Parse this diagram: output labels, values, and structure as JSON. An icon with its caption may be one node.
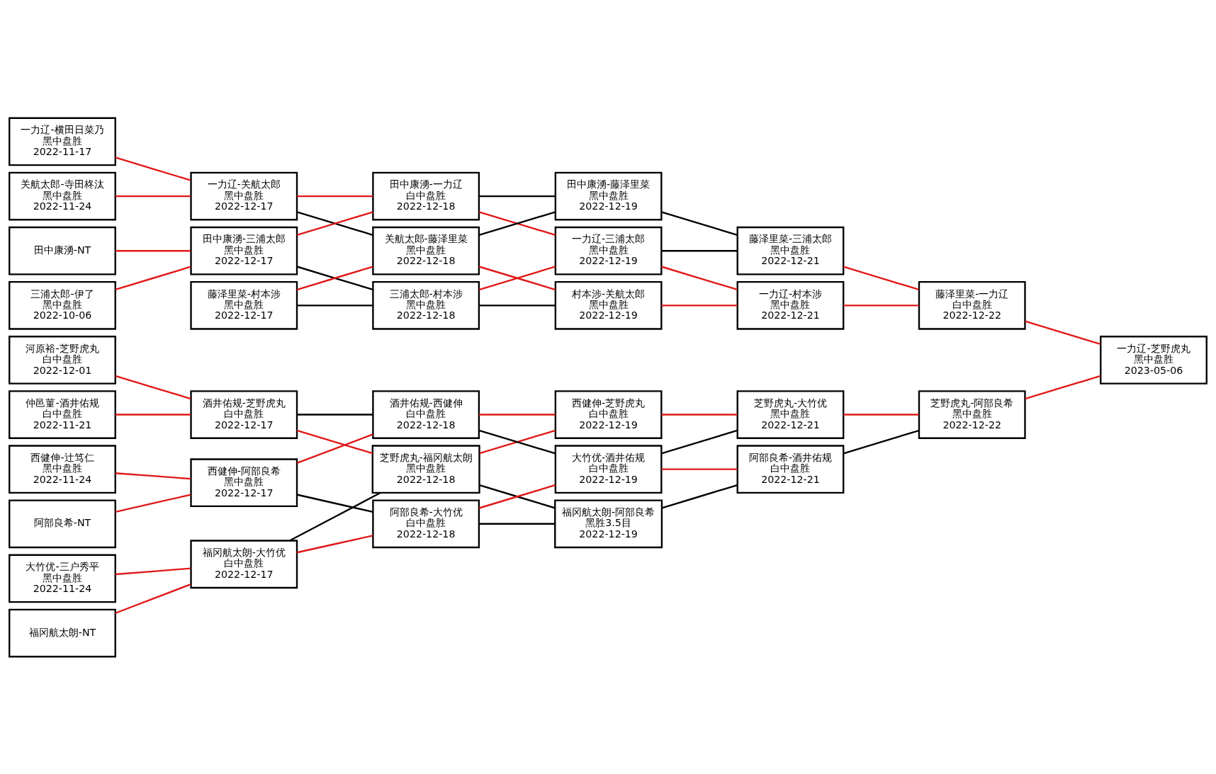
{
  "diagram": {
    "nodes": [
      {
        "text": [
          "一力辽-横田日菜乃",
          "黑中盘胜",
          "2022-11-17"
        ]
      },
      {
        "text": [
          "关航太郎-寺田柊汰",
          "黑中盘胜",
          "2022-11-24"
        ]
      },
      {
        "text": [
          "田中康湧-NT"
        ]
      },
      {
        "text": [
          "三浦太郎-伊了",
          "黑中盘胜",
          "2022-10-06"
        ]
      },
      {
        "text": [
          "河原裕-芝野虎丸",
          "白中盘胜",
          "2022-12-01"
        ]
      },
      {
        "text": [
          "仲邑菫-酒井佑规",
          "白中盘胜",
          "2022-11-21"
        ]
      },
      {
        "text": [
          "大竹优-三户秀平",
          "黑中盘胜",
          "2022-11-24"
        ]
      },
      {
        "text": [
          "福冈航太朗-NT"
        ]
      },
      {
        "text": [
          "西健伸-辻笃仁",
          "黑中盘胜",
          "2022-11-24"
        ]
      },
      {
        "text": [
          "阿部良希-NT"
        ]
      },
      {
        "text": [
          "一力辽-关航太郎",
          "黑中盘胜",
          "2022-12-17"
        ]
      },
      {
        "text": [
          "田中康湧-三浦太郎",
          "黑中盘胜",
          "2022-12-17"
        ]
      },
      {
        "text": [
          "藤泽里菜-村本涉",
          "黑中盘胜",
          "2022-12-17"
        ]
      },
      {
        "text": [
          "酒井佑规-芝野虎丸",
          "白中盘胜",
          "2022-12-17"
        ]
      },
      {
        "text": [
          "福冈航太朗-大竹优",
          "白中盘胜",
          "2022-12-17"
        ]
      },
      {
        "text": [
          "西健伸-阿部良希",
          "黑中盘胜",
          "2022-12-17"
        ]
      },
      {
        "text": [
          "田中康湧-一力辽",
          "白中盘胜",
          "2022-12-18"
        ]
      },
      {
        "text": [
          "三浦太郎-村本涉",
          "黑中盘胜",
          "2022-12-18"
        ]
      },
      {
        "text": [
          "关航太郎-藤泽里菜",
          "黑中盘胜",
          "2022-12-18"
        ]
      },
      {
        "text": [
          "芝野虎丸-福冈航太朗",
          "黑中盘胜",
          "2022-12-18"
        ]
      },
      {
        "text": [
          "酒井佑规-西健伸",
          "白中盘胜",
          "2022-12-18"
        ]
      },
      {
        "text": [
          "阿部良希-大竹优",
          "白中盘胜",
          "2022-12-18"
        ]
      },
      {
        "text": [
          "一力辽-三浦太郎",
          "黑中盘胜",
          "2022-12-19"
        ]
      },
      {
        "text": [
          "村本涉-关航太郎",
          "黑中盘胜",
          "2022-12-19"
        ]
      },
      {
        "text": [
          "田中康湧-藤泽里菜",
          "黑中盘胜",
          "2022-12-19"
        ]
      },
      {
        "text": [
          "西健伸-芝野虎丸",
          "白中盘胜",
          "2022-12-19"
        ]
      },
      {
        "text": [
          "大竹优-酒井佑规",
          "白中盘胜",
          "2022-12-19"
        ]
      },
      {
        "text": [
          "福冈航太朗-阿部良希",
          "黑胜3.5目",
          "2022-12-19"
        ]
      },
      {
        "text": [
          "一力辽-村本涉",
          "黑中盘胜",
          "2022-12-21"
        ]
      },
      {
        "text": [
          "藤泽里菜-三浦太郎",
          "黑中盘胜",
          "2022-12-21"
        ]
      },
      {
        "text": [
          "芝野虎丸-大竹优",
          "黑中盘胜",
          "2022-12-21"
        ]
      },
      {
        "text": [
          "阿部良希-酒井佑规",
          "白中盘胜",
          "2022-12-21"
        ]
      },
      {
        "text": [
          "藤泽里菜-一力辽",
          "白中盘胜",
          "2022-12-22"
        ]
      },
      {
        "text": [
          "芝野虎丸-阿部良希",
          "黑中盘胜",
          "2022-12-22"
        ]
      },
      {
        "text": [
          "一力辽-芝野虎丸",
          "黑中盘胜",
          "2023-05-06"
        ]
      }
    ],
    "edges": [
      {
        "from": 0,
        "to": 10,
        "arrow": "none"
      },
      {
        "from": 1,
        "to": 10,
        "arrow": "none"
      },
      {
        "from": 2,
        "to": 11,
        "arrow": "none"
      },
      {
        "from": 3,
        "to": 11,
        "arrow": "none"
      },
      {
        "from": 4,
        "to": 13,
        "arrow": "none"
      },
      {
        "from": 5,
        "to": 13,
        "arrow": "none"
      },
      {
        "from": 6,
        "to": 14,
        "arrow": "none"
      },
      {
        "from": 7,
        "to": 14,
        "arrow": "none"
      },
      {
        "from": 8,
        "to": 15,
        "arrow": "none"
      },
      {
        "from": 9,
        "to": 15,
        "arrow": "none"
      },
      {
        "from": 10,
        "to": 16,
        "arrow": "none"
      },
      {
        "from": 10,
        "to": 18,
        "arrow": "none",
        "color": "#000000"
      },
      {
        "from": 11,
        "to": 16,
        "arrow": "none"
      },
      {
        "from": 11,
        "to": 17,
        "arrow": "none",
        "color": "#000000"
      },
      {
        "from": 12,
        "to": 17,
        "arrow": "none",
        "color": "#000000"
      },
      {
        "from": 12,
        "to": 18,
        "arrow": "none"
      },
      {
        "from": 13,
        "to": 19,
        "arrow": "none"
      },
      {
        "from": 13,
        "to": 20,
        "arrow": "none",
        "color": "#000000"
      },
      {
        "from": 14,
        "to": 19,
        "arrow": "none",
        "color": "#000000"
      },
      {
        "from": 14,
        "to": 21,
        "arrow": "none"
      },
      {
        "from": 15,
        "to": 20,
        "arrow": "none"
      },
      {
        "from": 15,
        "to": 21,
        "arrow": "none",
        "color": "#000000"
      },
      {
        "from": 16,
        "to": 22,
        "arrow": "none"
      },
      {
        "from": 16,
        "to": 24,
        "arrow": "none",
        "color": "#000000"
      },
      {
        "from": 17,
        "to": 22,
        "arrow": "none"
      },
      {
        "from": 17,
        "to": 23,
        "arrow": "none",
        "color": "#000000"
      },
      {
        "from": 18,
        "to": 23,
        "arrow": "none"
      },
      {
        "from": 18,
        "to": 24,
        "arrow": "none",
        "color": "#000000"
      },
      {
        "from": 19,
        "to": 25,
        "arrow": "none"
      },
      {
        "from": 19,
        "to": 27,
        "arrow": "none",
        "color": "#000000"
      },
      {
        "from": 20,
        "to": 25,
        "arrow": "none"
      },
      {
        "from": 20,
        "to": 26,
        "arrow": "none",
        "color": "#000000"
      },
      {
        "from": 21,
        "to": 26,
        "arrow": "none"
      },
      {
        "from": 21,
        "to": 27,
        "arrow": "none",
        "color": "#000000"
      },
      {
        "from": 22,
        "to": 28,
        "arrow": "none"
      },
      {
        "from": 22,
        "to": 29,
        "arrow": "none",
        "color": "#000000"
      },
      {
        "from": 23,
        "to": 28,
        "arrow": "none"
      },
      {
        "from": 24,
        "to": 29,
        "arrow": "none",
        "color": "#000000"
      },
      {
        "from": 25,
        "to": 30,
        "arrow": "none"
      },
      {
        "from": 26,
        "to": 30,
        "arrow": "none",
        "color": "#000000"
      },
      {
        "from": 26,
        "to": 31,
        "arrow": "none"
      },
      {
        "from": 27,
        "to": 31,
        "arrow": "none",
        "color": "#000000"
      },
      {
        "from": 28,
        "to": 32,
        "arrow": "none"
      },
      {
        "from": 29,
        "to": 32,
        "arrow": "none"
      },
      {
        "from": 30,
        "to": 33,
        "arrow": "none"
      },
      {
        "from": 31,
        "to": 33,
        "arrow": "none",
        "color": "#000000"
      },
      {
        "from": 32,
        "to": 34,
        "arrow": "none"
      },
      {
        "from": 33,
        "to": 34,
        "arrow": "none"
      }
    ]
  }
}
